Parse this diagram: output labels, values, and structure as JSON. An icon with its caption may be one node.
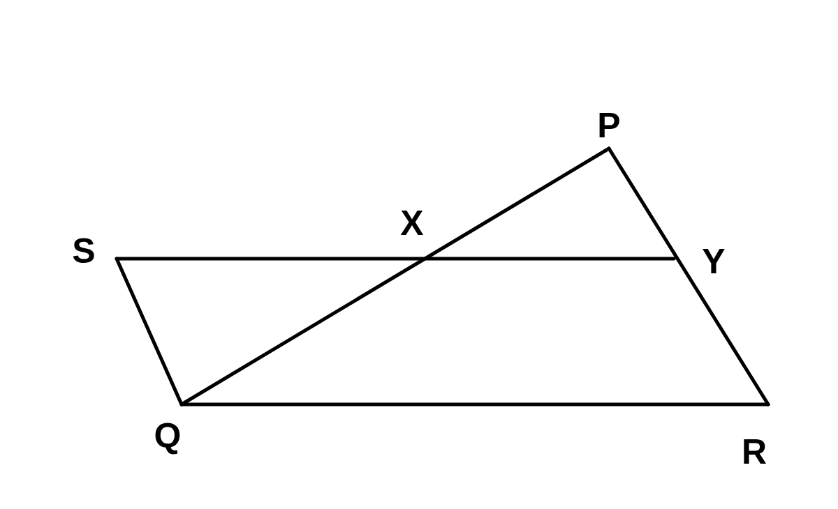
{
  "diagram": {
    "labels": [
      "P",
      "X",
      "S",
      "Y",
      "Q",
      "R"
    ]
  }
}
